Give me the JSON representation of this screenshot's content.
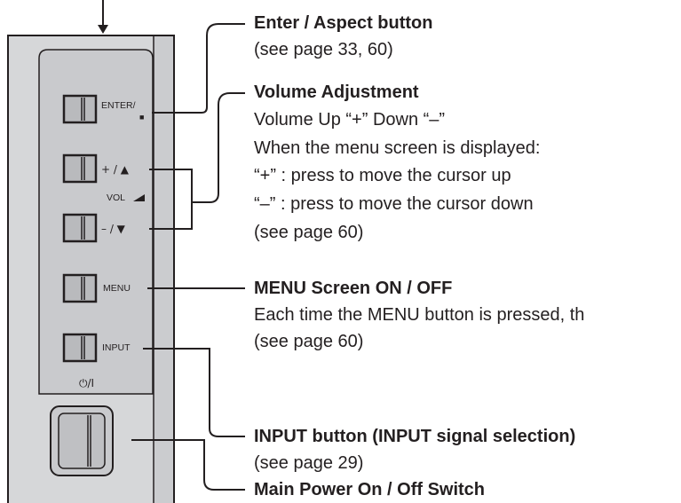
{
  "panel_labels": {
    "enter": "ENTER/",
    "enter_symbol": "■",
    "plus": "+ / ▲",
    "vol": "VOL",
    "minus": "– / ▼",
    "menu": "MENU",
    "input": "INPUT",
    "power": "⏻/I"
  },
  "callouts": [
    {
      "title": "Enter / Aspect button",
      "lines": [
        "(see page 33, 60)"
      ]
    },
    {
      "title": "Volume Adjustment",
      "lines": [
        "Volume Up “+” Down “–”",
        "When the menu screen is displayed:",
        "“+” : press to move the cursor up",
        "“–” : press to move the cursor down",
        "(see page 60)"
      ]
    },
    {
      "title": "MENU Screen ON / OFF",
      "lines": [
        "Each time the MENU button is pressed, th",
        "(see page 60)"
      ]
    },
    {
      "title": "INPUT button (INPUT signal selection)",
      "lines": [
        "(see page 29)"
      ]
    },
    {
      "title": "Main Power On / Off Switch",
      "lines": []
    }
  ]
}
